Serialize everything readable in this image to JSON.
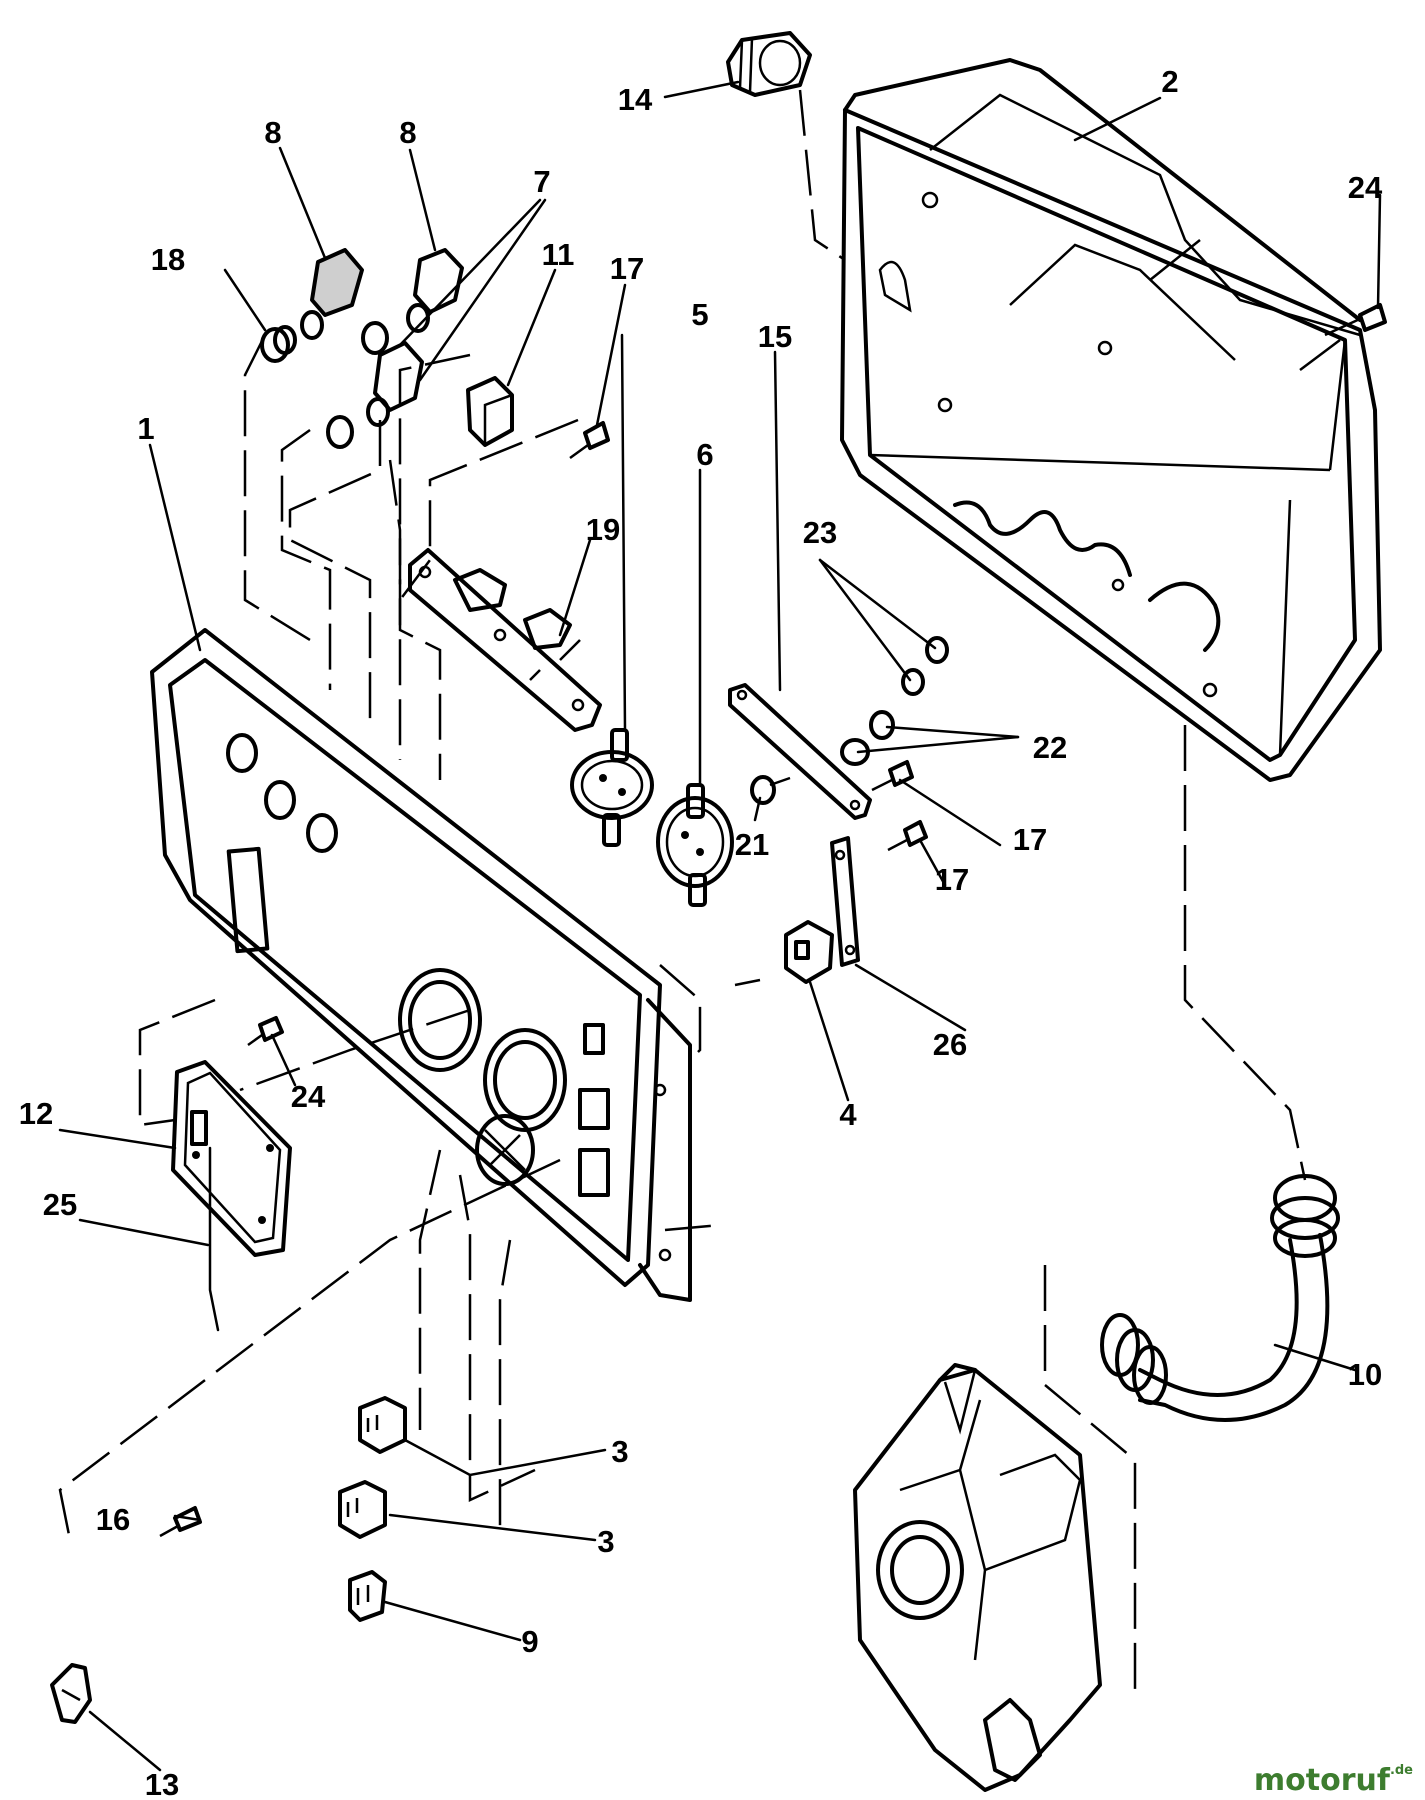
{
  "callouts": {
    "c1": "1",
    "c2": "2",
    "c3a": "3",
    "c3b": "3",
    "c4": "4",
    "c5": "5",
    "c6": "6",
    "c7": "7",
    "c8a": "8",
    "c8b": "8",
    "c9": "9",
    "c10": "10",
    "c11": "11",
    "c12": "12",
    "c13": "13",
    "c14": "14",
    "c15": "15",
    "c16": "16",
    "c17a": "17",
    "c17b": "17",
    "c17c": "17",
    "c18": "18",
    "c19": "19",
    "c21": "21",
    "c22": "22",
    "c23": "23",
    "c24a": "24",
    "c24b": "24",
    "c25": "25",
    "c26": "26"
  },
  "watermark": {
    "name": "motoruf",
    "tld": ".de",
    "color": "#3d7d2f"
  }
}
